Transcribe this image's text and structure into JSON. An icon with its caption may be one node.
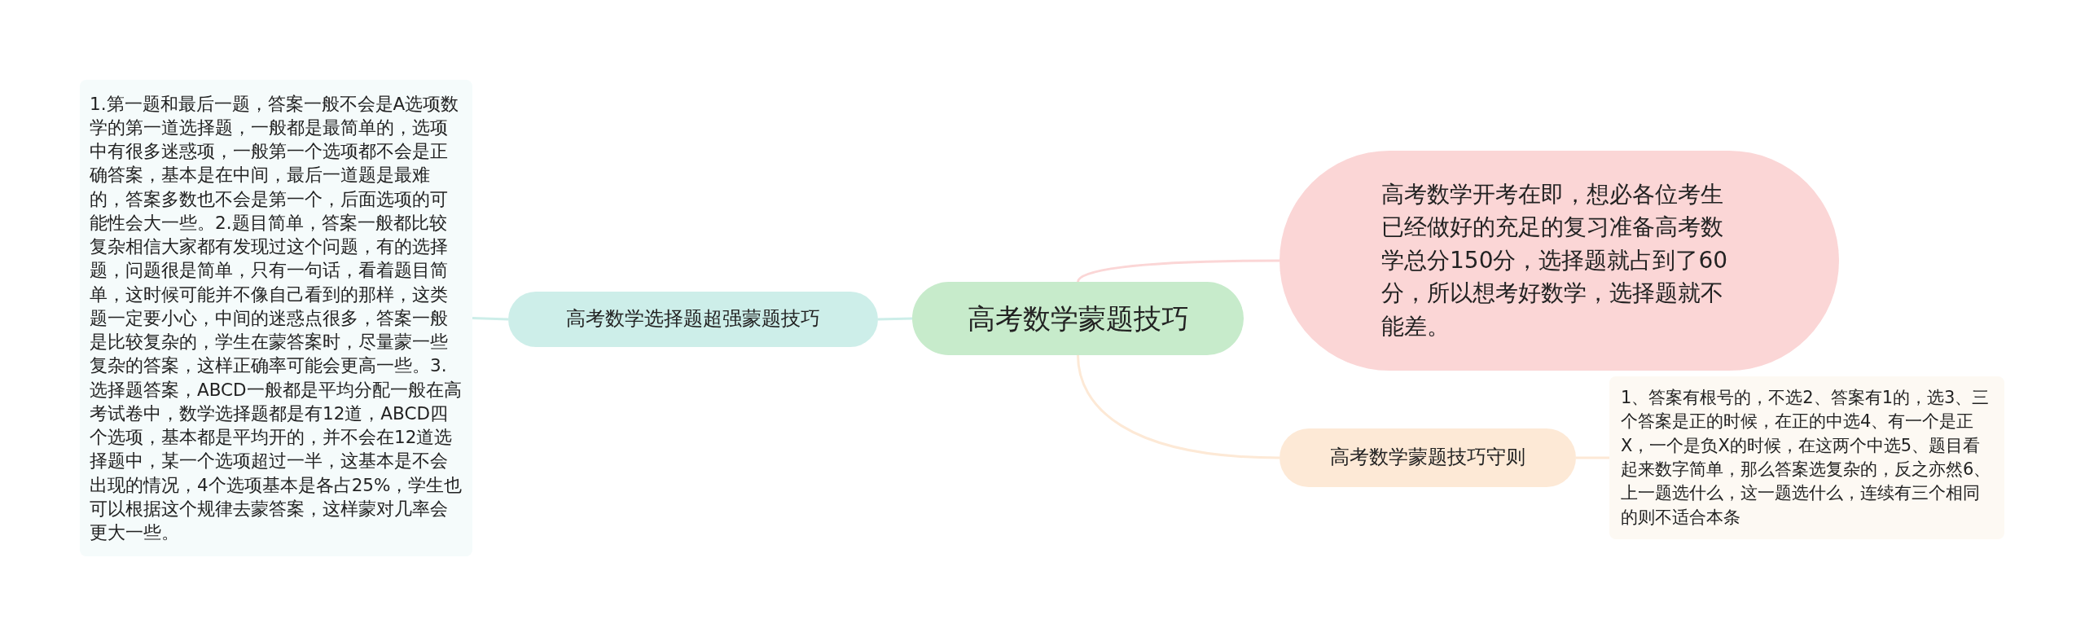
{
  "diagram": {
    "nodes": [
      {
        "text": [
          "高考数学蒙题技巧"
        ]
      },
      {
        "text": [
          "高考数学选择题超强蒙题技巧"
        ]
      },
      {
        "text": [
          "1.第一题和最后一题，答案一般不会是A选项数学的第一道选择题，一般都是最简单的，选项中有很多迷惑项，一般第一个选项都不会是正确答案，基本是在中间，最后一道题是最难的，答案多数也不会是第一个，后面选项的可能性会大一些。2.题目简单，答案一般都比较复杂相信大家都有发现过这个问题，有的选择题，问题很是简单，只有一句话，看着题目简单，这时候可能并不像自己看到的那样，这类题一定要小心，中间的迷惑点很多，答案一般是比较复杂的，学生在蒙答案时，尽量蒙一些复杂的答案，这样正确率可能会更高一些。3.选择题答案，ABCD一般都是平均分配一般在高考试卷中，数学选择题都是有12道，ABCD四个选项，基本都是平均开的，并不会在12道选择题中，某一个选项超过一半，这基本是不会出现的情况，4个选项基本是各占25%，学生也可以根据这个规律去蒙答案，这样蒙对几率会更大一些。"
        ]
      },
      {
        "text": [
          "高考数学开考在即，想必各位考生已经做好的充足的复习准备高考数学总分150分，选择题就占到了60分，所以想考好数学，选择题就不能差。"
        ]
      },
      {
        "text": [
          "高考数学蒙题技巧守则"
        ]
      },
      {
        "text": [
          "1、答案有根号的，不选2、答案有1的，选3、三个答案是正的时候，在正的中选4、有一个是正X，一个是负X的时候，在这两个中选5、题目看起来数字简单，那么答案选复杂的，反之亦然6、上一题选什么，这一题选什么，连续有三个相同的则不适合本条"
        ]
      }
    ],
    "edges": [
      {
        "from": 0,
        "to": 1,
        "arrow": "none",
        "color": "#cdeee9"
      },
      {
        "from": 1,
        "to": 2,
        "arrow": "none",
        "color": "#cdeee9"
      },
      {
        "from": 0,
        "to": 3,
        "arrow": "none",
        "color": "#fbd6d6"
      },
      {
        "from": 0,
        "to": 4,
        "arrow": "none",
        "color": "#fde9d6"
      },
      {
        "from": 4,
        "to": 5,
        "arrow": "none",
        "color": "#fde9d6"
      }
    ]
  }
}
